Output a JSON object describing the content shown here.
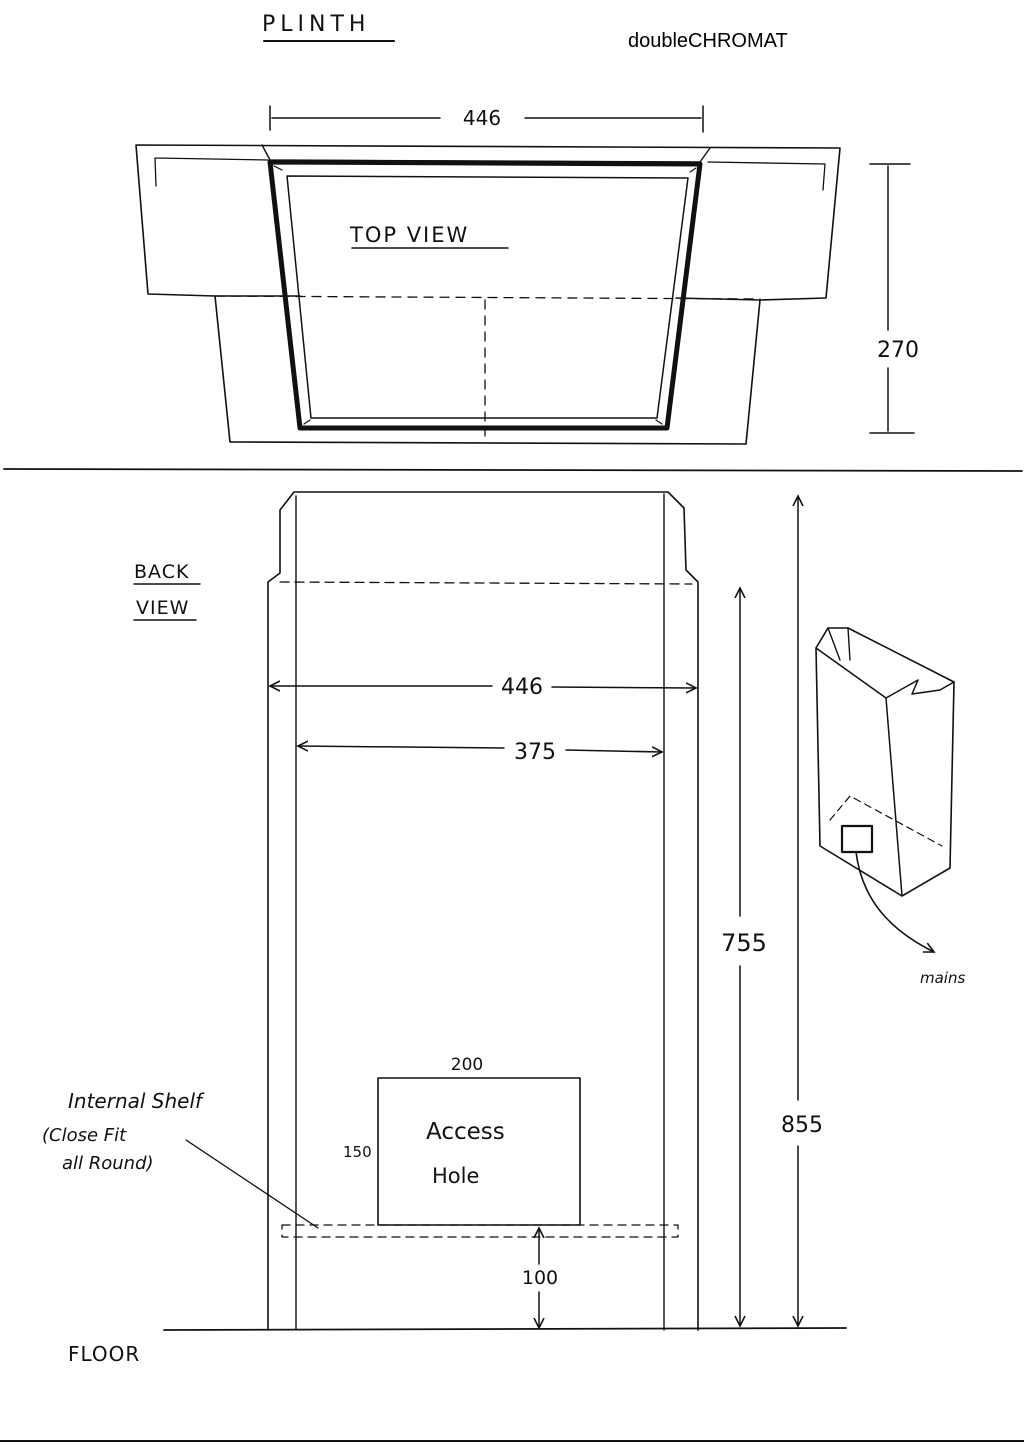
{
  "title": "PLINTH",
  "brand": "doubleCHROMAT",
  "top_view": {
    "label": "TOP VIEW",
    "width_dim": "446",
    "depth_dim": "270"
  },
  "back_view": {
    "label_line1": "BACK",
    "label_line2": "VIEW",
    "outer_width_dim": "446",
    "inner_width_dim": "375",
    "body_height_dim": "755",
    "total_height_dim": "855",
    "floor_label": "FLOOR",
    "shelf_height_dim": "100"
  },
  "access_hole": {
    "line1": "Access",
    "line2": "Hole",
    "width_dim": "200",
    "height_dim": "150"
  },
  "shelf_note": {
    "line1": "Internal Shelf",
    "line2": "(Close Fit",
    "line3": "all Round)"
  },
  "perspective": {
    "cable_label": "mains"
  },
  "colors": {
    "ink": "#111111",
    "paper": "#ffffff"
  }
}
